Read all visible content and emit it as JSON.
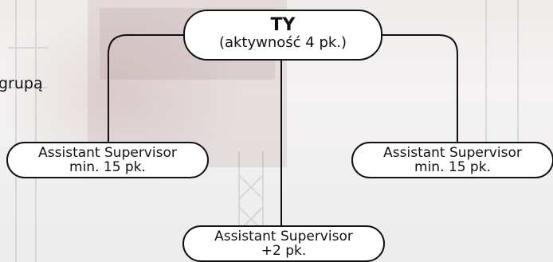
{
  "diagram": {
    "root": {
      "title": "TY",
      "subtitle": "(aktywność 4 pk.)"
    },
    "children": [
      {
        "id": "left",
        "name": "Assistant Supervisor",
        "requirement": "min. 15 pk."
      },
      {
        "id": "right",
        "name": "Assistant Supervisor",
        "requirement": "min. 15 pk."
      },
      {
        "id": "bottom",
        "name": "Assistant Supervisor",
        "requirement": "+2 pk."
      }
    ],
    "cut_text": "grupą"
  },
  "colors": {
    "line": "#111111",
    "node_fill": "#ffffff",
    "text": "#111111"
  }
}
